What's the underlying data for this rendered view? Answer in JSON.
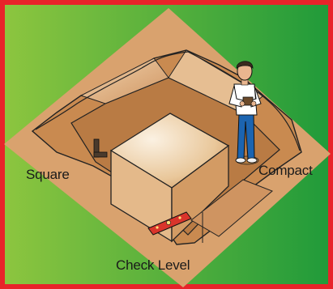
{
  "labels": {
    "square": "Square",
    "compact": "Compact",
    "check_level": "Check Level"
  },
  "colors": {
    "frame": "#e8232a",
    "gradient_left": "#8ec63f",
    "gradient_right": "#1f9a3a",
    "ground": "#d9a26e",
    "pit_floor": "#c98a50",
    "block_top": "#f6e2c8",
    "level_tool": "#d9342b",
    "shirt": "#ffffff",
    "pants": "#1c64b0"
  },
  "icons": [
    "square-tool-icon",
    "level-tool-icon",
    "worker-figure"
  ]
}
